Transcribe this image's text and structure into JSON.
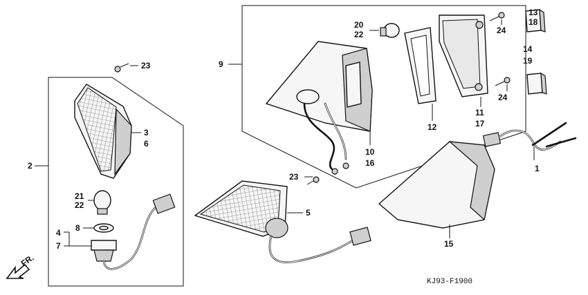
{
  "labels": {
    "p1": "1",
    "p2": "2",
    "p3": "3",
    "p4": "4",
    "p5": "5",
    "p6": "6",
    "p7": "7",
    "p8": "8",
    "p9": "9",
    "p10": "10",
    "p11": "11",
    "p12": "12",
    "p13": "13",
    "p14": "14",
    "p15": "15",
    "p16": "16",
    "p17": "17",
    "p18": "18",
    "p19": "19",
    "p20": "20",
    "p21": "21",
    "p22a": "22",
    "p22b": "22",
    "p23a": "23",
    "p23b": "23",
    "p24a": "24",
    "p24b": "24"
  },
  "front_marker": "FR.",
  "diagram_code": "KJ93-F1900"
}
